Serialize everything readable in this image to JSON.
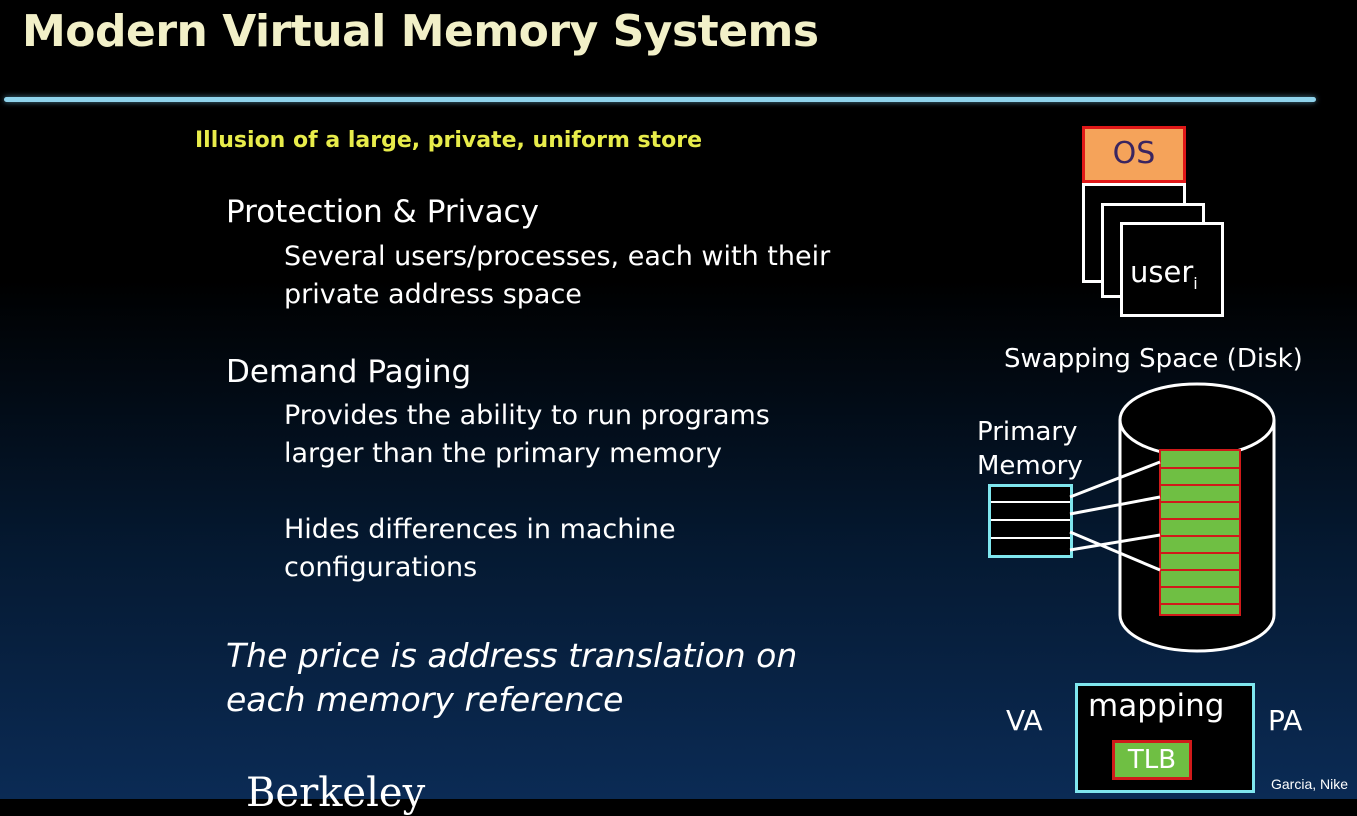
{
  "slide": {
    "title": "Modern Virtual Memory Systems",
    "subtitle": "Illusion of a large, private, uniform store",
    "sections": [
      {
        "heading": "Protection & Privacy",
        "lines": [
          "Several users/processes, each with their",
          "private address space"
        ]
      },
      {
        "heading": "Demand Paging",
        "lines": [
          "Provides the ability to run programs",
          "larger than the primary memory"
        ],
        "lines2": [
          "Hides differences in machine",
          "configurations"
        ]
      }
    ],
    "price_lines": [
      "The price is address translation on",
      "each memory reference"
    ],
    "cut_text": "Berkeley",
    "credit": "Garcia, Nike"
  },
  "diagram": {
    "os_label": "OS",
    "user_label": "user",
    "user_subscript": "i",
    "swap_label": "Swapping Space (Disk)",
    "primary_memory_lines": [
      "Primary",
      "Memory"
    ],
    "mapping_label": "mapping",
    "tlb_label": "TLB",
    "va_label": "VA",
    "pa_label": "PA"
  },
  "colors": {
    "title": "#f2f0c8",
    "subtitle": "#e8ec4a",
    "rule": "#8fd3ec",
    "os_fill": "#f5a35a",
    "red_border": "#e01818",
    "green_fill": "#6fbf43",
    "cyan_border": "#7fe6ee"
  }
}
